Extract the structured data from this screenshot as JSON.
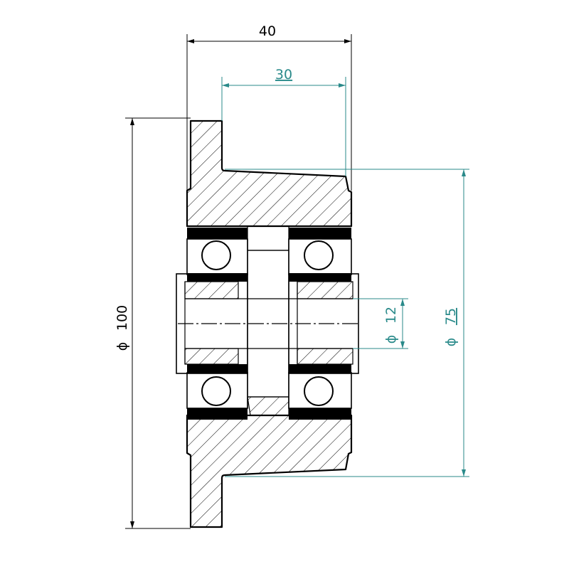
{
  "dimensions": {
    "width_total": {
      "value": "40"
    },
    "width_inner": {
      "value": "30"
    },
    "dia_outer": {
      "symbol": "ϕ",
      "value": "100"
    },
    "dia_shaft": {
      "symbol": "ϕ",
      "value": "12"
    },
    "dia_body": {
      "symbol": "ϕ",
      "value": "75"
    }
  },
  "colors": {
    "outline": "#000000",
    "dimension_primary": "#000000",
    "dimension_secondary": "#2a8a8a"
  }
}
